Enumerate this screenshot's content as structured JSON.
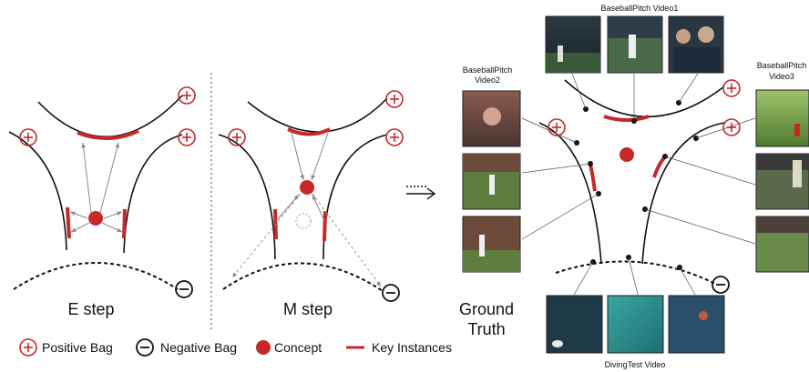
{
  "colors": {
    "red": "#c62828",
    "black": "#111111",
    "gray": "#888888",
    "dash": "#aaaaaa"
  },
  "panels": {
    "e_step_label": "E step",
    "m_step_label": "M step",
    "ground_truth_label_line1": "Ground",
    "ground_truth_label_line2": "Truth"
  },
  "legend": {
    "positive_bag": "Positive Bag",
    "negative_bag": "Negative Bag",
    "concept": "Concept",
    "key_instances": "Key Instances"
  },
  "video_labels": {
    "top": "BaseballPitch Video1",
    "left_line1": "BaseballPitch",
    "left_line2": "Video2",
    "right_line1": "BaseballPitch",
    "right_line2": "Video3",
    "bottom": "DivingTest Video"
  },
  "icons": {
    "positive": "plus-circle-icon",
    "negative": "minus-circle-icon",
    "concept": "filled-circle-icon",
    "arrow": "arrow-right-icon"
  }
}
